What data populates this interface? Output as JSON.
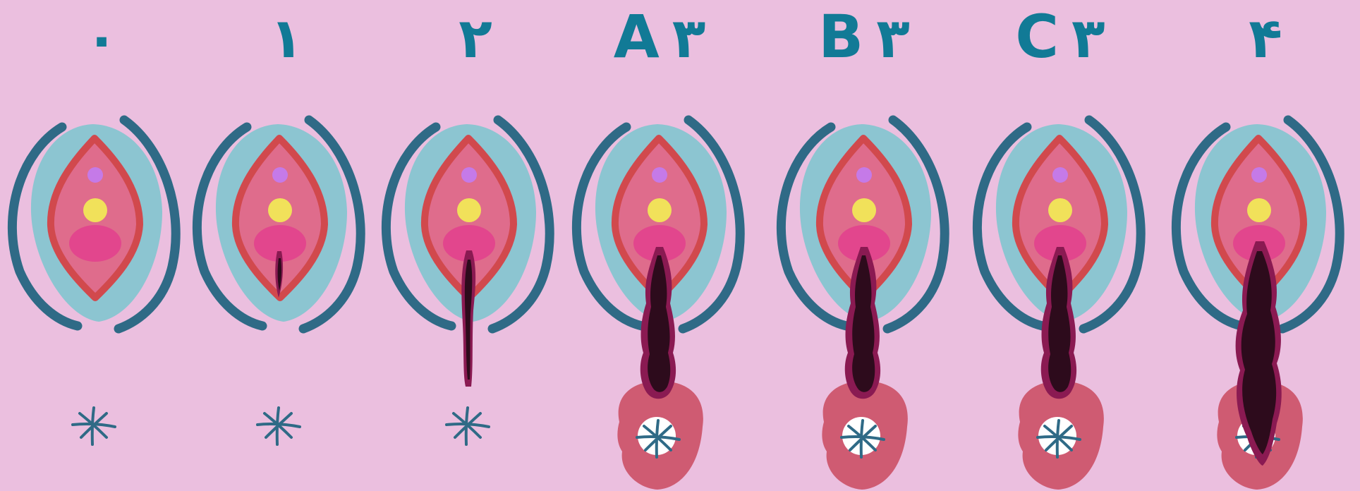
{
  "colors": {
    "background": "#ebbfdf",
    "label": "#117a96",
    "outer_lip": "#2f6a86",
    "light_blue": "#8cc5d1",
    "inner_outline": "#d1494d",
    "inner_fill": "#df6c8c",
    "pink_lobe": "#e2468d",
    "yellow_dot": "#f1e15a",
    "purple_dot": "#c57ae8",
    "tear_outer": "#8a1a52",
    "tear_inner": "#2d0b1c",
    "ring": "#cf5b72",
    "anus_star": "#2f6a86"
  },
  "stages": [
    {
      "id": "stage-0",
      "num": "۰",
      "letter": "",
      "tear": "none",
      "ring": false
    },
    {
      "id": "stage-1",
      "num": "۱",
      "letter": "",
      "tear": "small",
      "ring": false
    },
    {
      "id": "stage-2",
      "num": "۲",
      "letter": "",
      "tear": "perineum",
      "ring": false
    },
    {
      "id": "stage-3a",
      "num": "۳",
      "letter": "A",
      "tear": "sphincter-a",
      "ring": true
    },
    {
      "id": "stage-3b",
      "num": "۳",
      "letter": "B",
      "tear": "sphincter-b",
      "ring": true
    },
    {
      "id": "stage-3c",
      "num": "۳",
      "letter": "C",
      "tear": "sphincter-c",
      "ring": true
    },
    {
      "id": "stage-4",
      "num": "۴",
      "letter": "",
      "tear": "full",
      "ring": true
    }
  ]
}
